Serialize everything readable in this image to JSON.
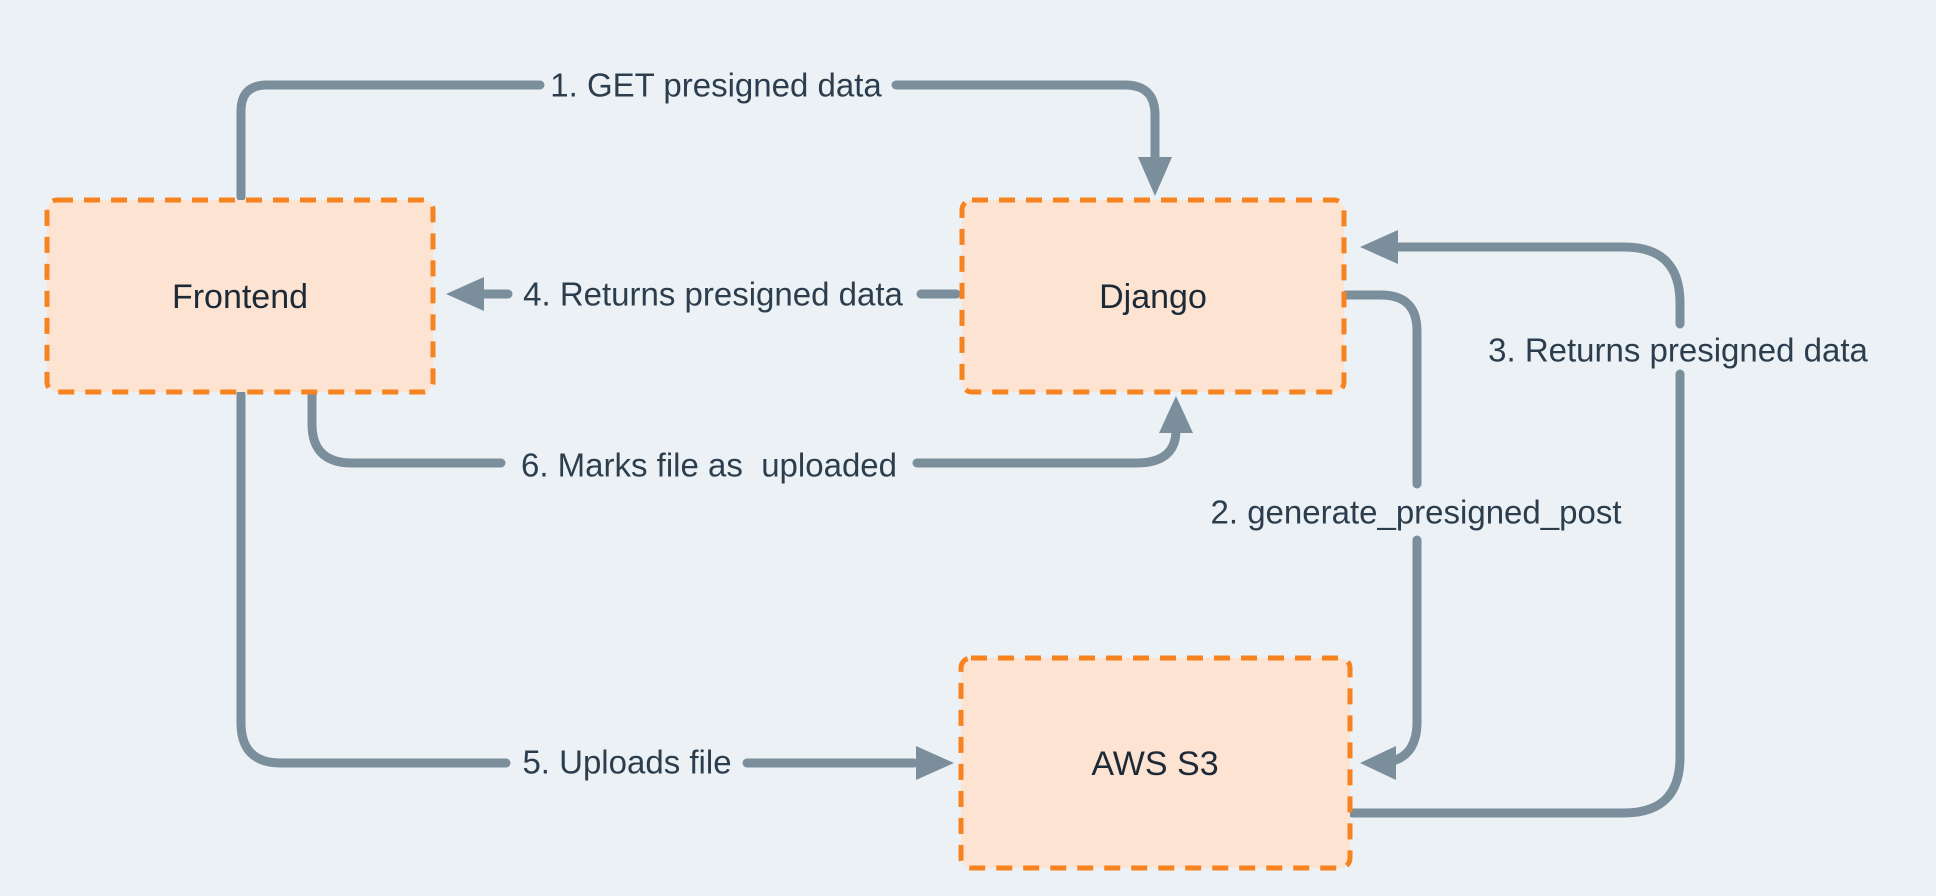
{
  "palette": {
    "background": "#ecf1f5",
    "box_fill": "#fce3d2",
    "box_border": "#f6831f",
    "arrow": "#7b8e9c",
    "label_text": "#2c3e4e",
    "node_text": "#1c2a38"
  },
  "diagram": {
    "nodes": [
      {
        "id": "frontend",
        "label": "Frontend"
      },
      {
        "id": "django",
        "label": "Django"
      },
      {
        "id": "aws_s3",
        "label": "AWS S3"
      }
    ],
    "edges": [
      {
        "step": "1",
        "label": "1. GET presigned data",
        "from": "Frontend",
        "to": "Django"
      },
      {
        "step": "2",
        "label": "2. generate_presigned_post",
        "from": "Django",
        "to": "AWS S3"
      },
      {
        "step": "3",
        "label": "3. Returns presigned data",
        "from": "AWS S3",
        "to": "Django"
      },
      {
        "step": "4",
        "label": "4. Returns presigned data",
        "from": "Django",
        "to": "Frontend"
      },
      {
        "step": "5",
        "label": "5. Uploads file",
        "from": "Frontend",
        "to": "AWS S3"
      },
      {
        "step": "6",
        "label": "6. Marks file as  uploaded",
        "from": "Frontend",
        "to": "Django"
      }
    ]
  }
}
